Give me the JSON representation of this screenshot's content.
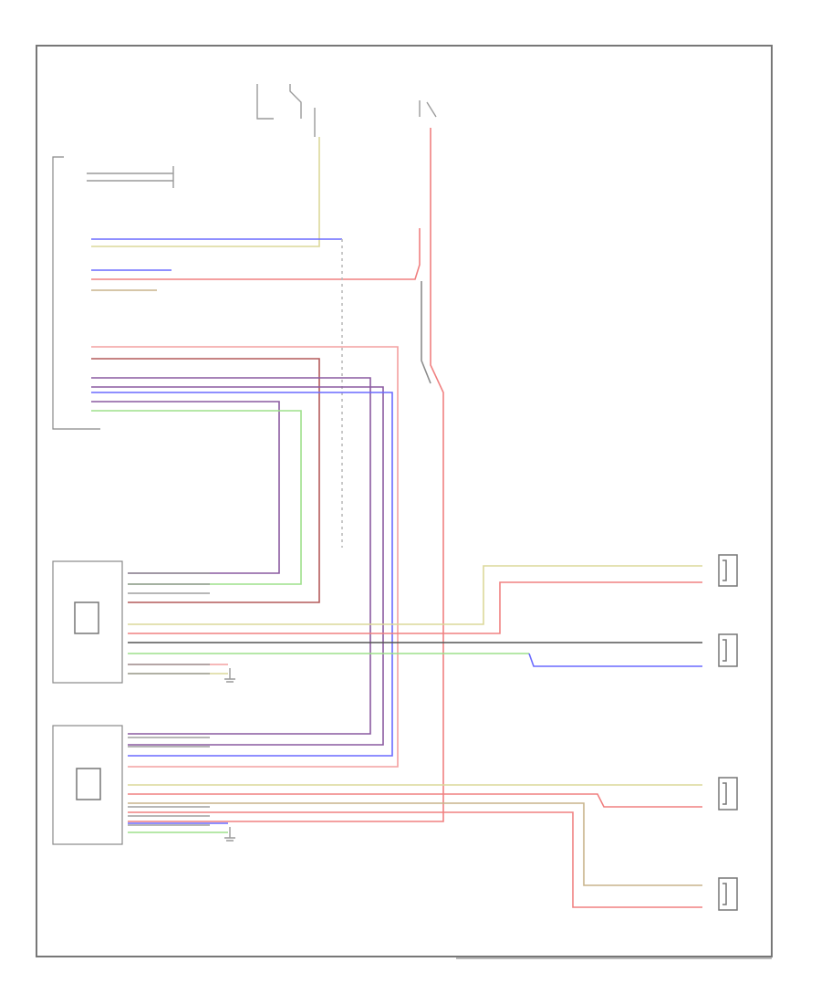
{
  "diagram": {
    "footer_code": "",
    "components": [
      {
        "id": "ignition_switch",
        "label": ""
      },
      {
        "id": "fuse_block",
        "label": ""
      },
      {
        "id": "radio_head_unit",
        "label": ""
      },
      {
        "id": "left_door_speaker",
        "label": ""
      },
      {
        "id": "right_door_speaker",
        "label": ""
      },
      {
        "id": "left_front_speaker",
        "label": ""
      },
      {
        "id": "left_rear_speaker",
        "label": ""
      },
      {
        "id": "right_front_speaker",
        "label": ""
      },
      {
        "id": "right_rear_speaker",
        "label": ""
      },
      {
        "id": "ground_point",
        "label": ""
      }
    ],
    "wire_colors": {
      "red": "#f08080",
      "dark_red": "#b45a5a",
      "blue": "#6a6aff",
      "purple": "#8a5aa0",
      "green": "#9ee08c",
      "yellow": "#dcd89a",
      "gray": "#8c8c8c",
      "black": "#555555",
      "tan": "#c8b48c",
      "pink": "#f4a0a0"
    }
  }
}
